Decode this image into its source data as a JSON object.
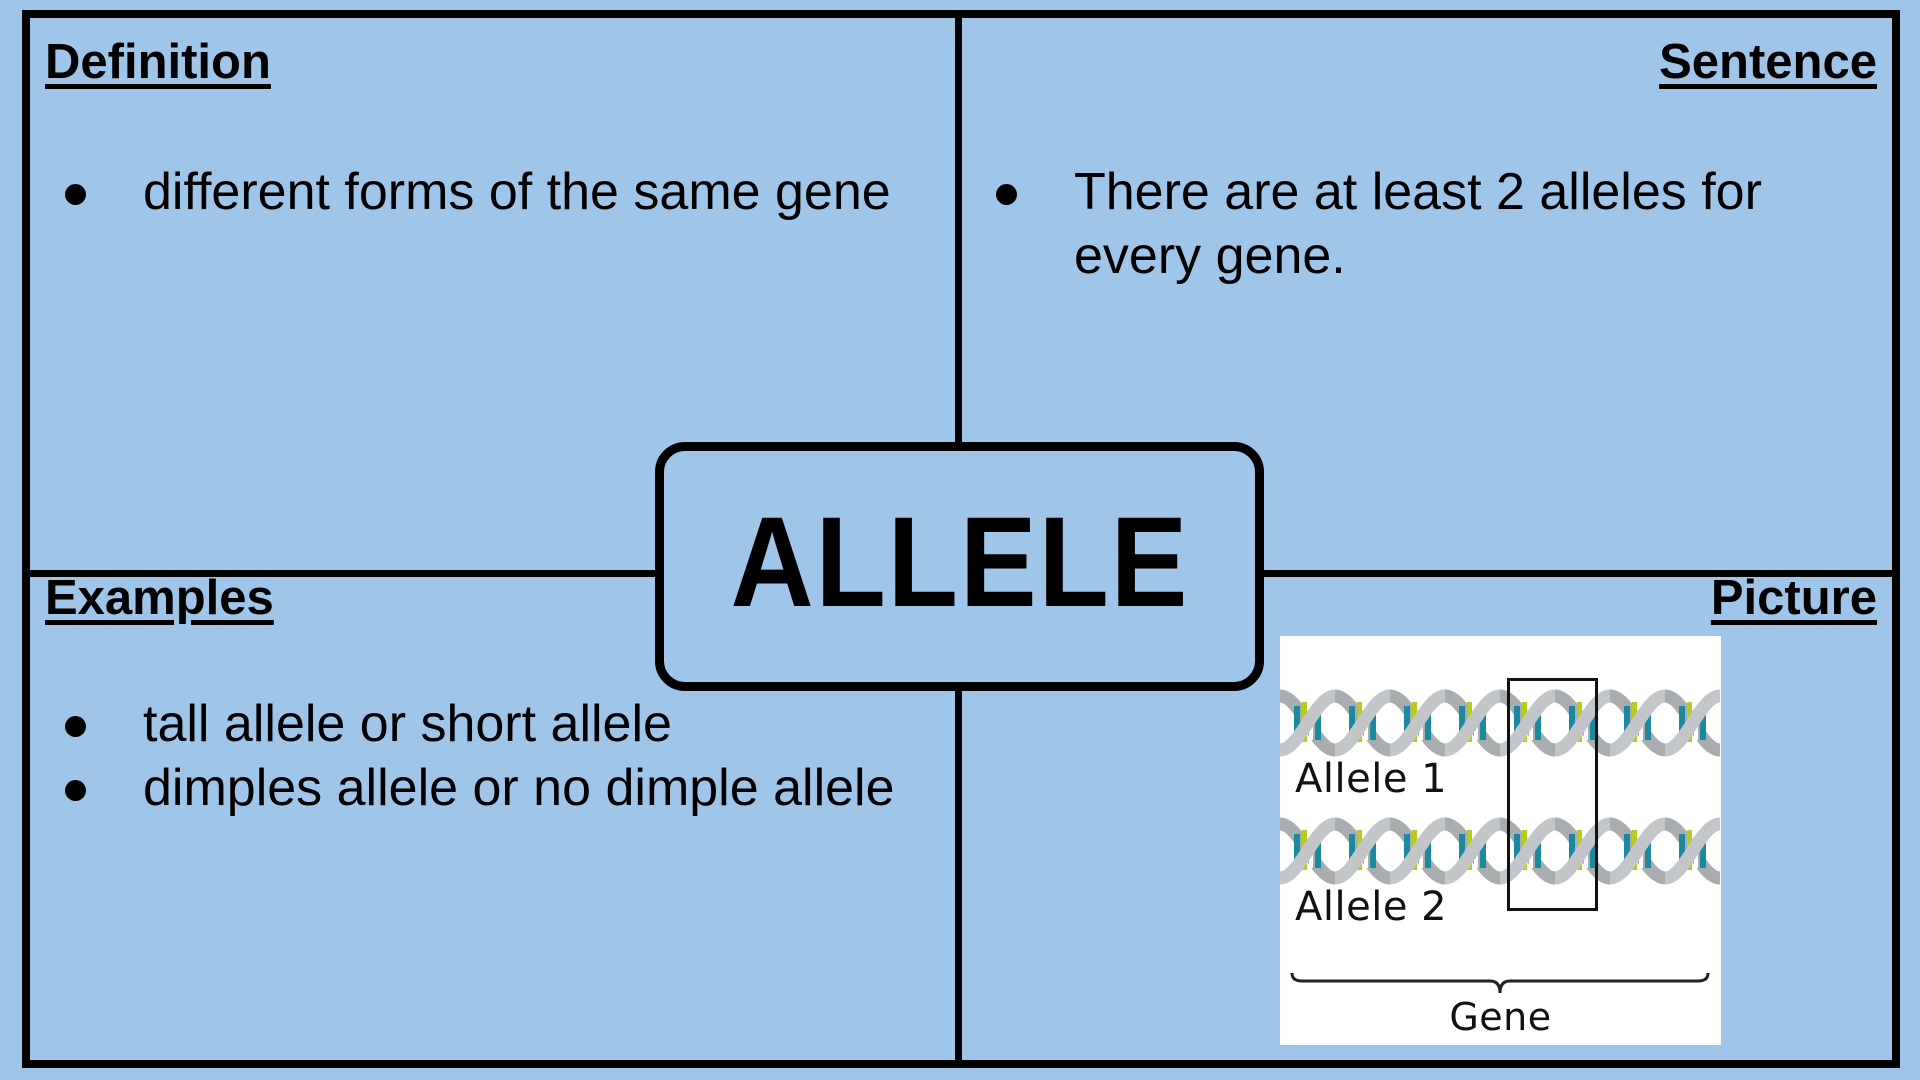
{
  "title": "ALLELE",
  "colors": {
    "background": "#9fc5e8",
    "lines": "#000000",
    "helix_backbone": "#b7babd",
    "helix_teal": "#1b8aa0",
    "helix_green": "#b5cc1f"
  },
  "quadrants": {
    "definition": {
      "heading": "Definition",
      "bullets": [
        "different forms of the same gene"
      ]
    },
    "sentence": {
      "heading": "Sentence",
      "bullets": [
        "There are at least 2 alleles for every gene."
      ]
    },
    "examples": {
      "heading": "Examples",
      "bullets": [
        "tall allele or short allele",
        "dimples allele or no dimple allele"
      ]
    },
    "picture": {
      "heading": "Picture",
      "image": {
        "description": "two DNA double helices with a highlighted gene region",
        "labels": {
          "allele_1": "Allele 1",
          "allele_2": "Allele 2",
          "gene": "Gene"
        }
      }
    }
  }
}
